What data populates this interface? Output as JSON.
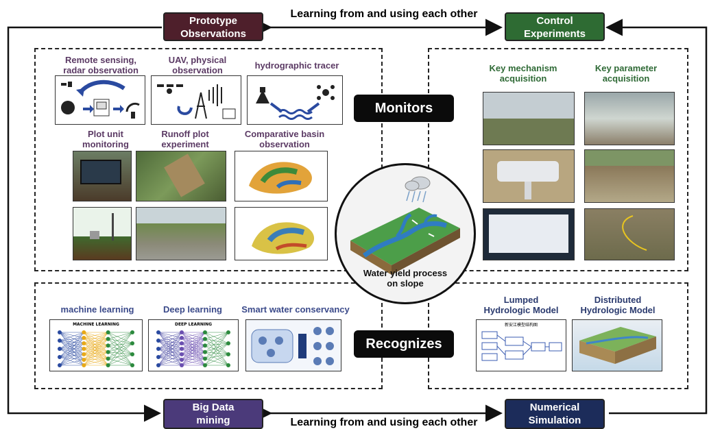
{
  "top_banner": "Learning from and using each other",
  "bottom_banner": "Learning from and using each other",
  "corners": {
    "top_left": {
      "line1": "Prototype",
      "line2": "Observations",
      "color": "#4e1f2b"
    },
    "top_right": {
      "line1": "Control",
      "line2": "Experiments",
      "color": "#2e6b33"
    },
    "bottom_left": {
      "line1": "Big Data",
      "line2": "mining",
      "color": "#4b3a7a"
    },
    "bottom_right": {
      "line1": "Numerical",
      "line2": "Simulation",
      "color": "#1c2c5a"
    }
  },
  "center": {
    "monitors": "Monitors",
    "recognizes": "Recognizes",
    "circle_line1": "Water yield process",
    "circle_line2": "on slope"
  },
  "observations": {
    "remote_line1": "Remote sensing,",
    "remote_line2": "radar observation",
    "uav_line1": "UAV, physical",
    "uav_line2": "observation",
    "tracer": "hydrographic tracer",
    "plot_line1": "Plot unit",
    "plot_line2": "monitoring",
    "runoff_line1": "Runoff plot",
    "runoff_line2": "experiment",
    "basin_line1": "Comparative basin",
    "basin_line2": "observation"
  },
  "experiments": {
    "key_mech_line1": "Key mechanism",
    "key_mech_line2": "acquisition",
    "key_param_line1": "Key parameter",
    "key_param_line2": "acquisition"
  },
  "mining": {
    "ml": "machine learning",
    "dl": "Deep learning",
    "swc": "Smart water conservancy",
    "ml_panel_title": "MACHINE LEARNING",
    "dl_panel_title": "DEEP LEARNING",
    "swc_panel_title": "智慧水利"
  },
  "simulation": {
    "lumped_line1": "Lumped",
    "lumped_line2": "Hydrologic Model",
    "dist_line1": "Distributed",
    "dist_line2": "Hydrologic Model",
    "lumped_panel_title": "新安江模型结构图"
  }
}
